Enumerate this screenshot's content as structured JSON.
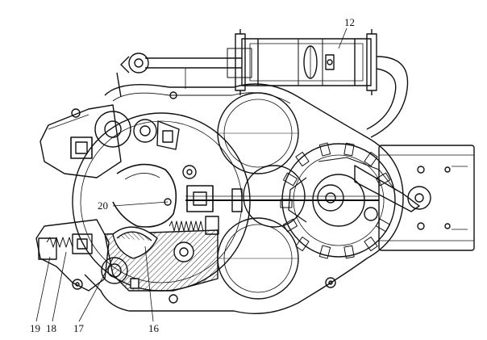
{
  "labels": {
    "l12": "12",
    "l20": "20",
    "l19": "19",
    "l18": "18",
    "l17": "17",
    "l16": "16"
  },
  "colors": {
    "ink": "#111111",
    "paper": "#ffffff"
  }
}
